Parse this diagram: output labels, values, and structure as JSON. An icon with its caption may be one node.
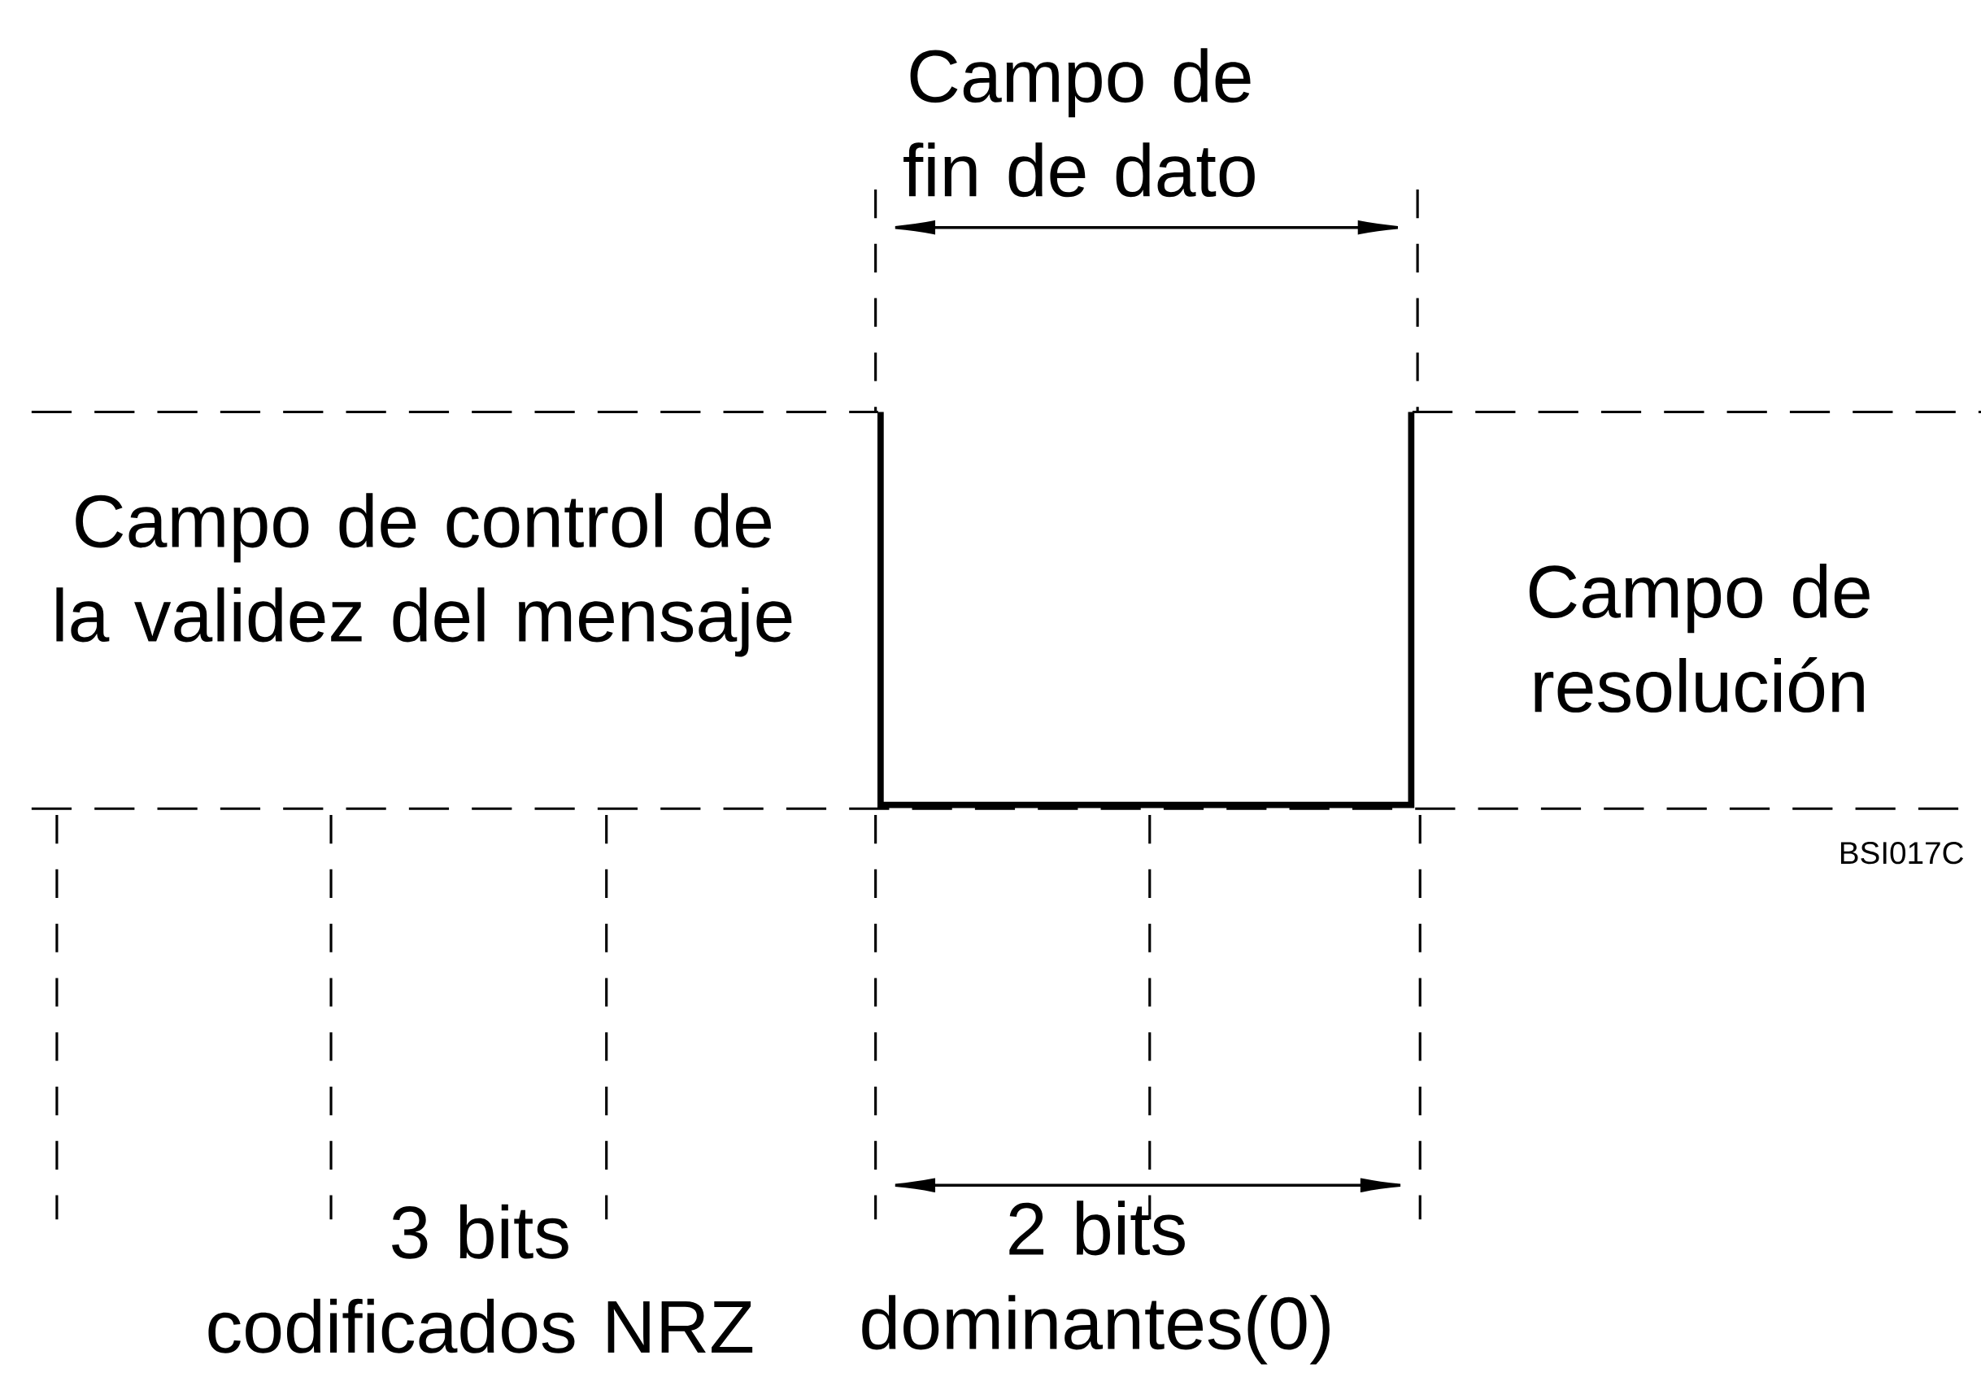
{
  "diagram": {
    "labels": [
      "Campo de fin de dato",
      "Campo de control de la validez del mensaje",
      "Campo de resolución",
      "BSI017C",
      "3 bits codificados NRZ",
      "2 bits dominantes(0)"
    ]
  }
}
